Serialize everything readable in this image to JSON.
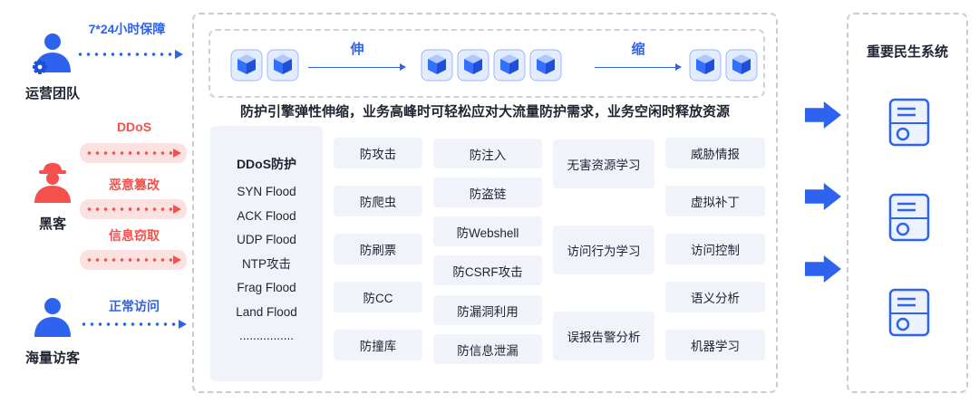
{
  "left": {
    "ops": {
      "label": "运营团队",
      "arrow": "7*24小时保障"
    },
    "hacker": {
      "label": "黑客",
      "arrow1": "DDoS",
      "arrow2": "恶意篡改",
      "arrow3": "信息窃取"
    },
    "visitors": {
      "label": "海量访客",
      "arrow": "正常访问"
    }
  },
  "engine": {
    "expand": "伸",
    "shrink": "缩",
    "caption": "防护引擎弹性伸缩，业务高峰时可轻松应对大流量防护需求，业务空闲时释放资源"
  },
  "ddos": {
    "title": "DDoS防护",
    "items": [
      "SYN Flood",
      "ACK Flood",
      "UDP Flood",
      "NTP攻击",
      "Frag Flood",
      "Land Flood",
      "................"
    ]
  },
  "col_attack": [
    "防攻击",
    "防爬虫",
    "防刷票",
    "防CC",
    "防撞库"
  ],
  "col_web": [
    "防注入",
    "防盗链",
    "防Webshell",
    "防CSRF攻击",
    "防漏洞利用",
    "防信息泄漏"
  ],
  "col_learn": [
    "无害资源学习",
    "访问行为学习",
    "误报告警分析"
  ],
  "col_intel": [
    "威胁情报",
    "虚拟补丁",
    "访问控制",
    "语义分析",
    "机器学习"
  ],
  "right": {
    "title": "重要民生系统"
  },
  "colors": {
    "primary_blue": "#2E63F0",
    "alert_red": "#F5504B",
    "box_bg": "#F1F3FB"
  }
}
